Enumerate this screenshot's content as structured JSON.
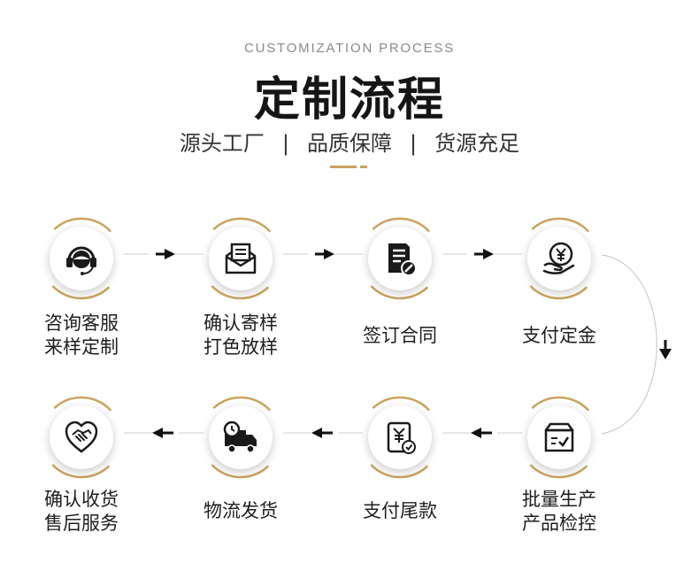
{
  "header": {
    "en_title": "CUSTOMIZATION PROCESS",
    "cn_title": "定制流程",
    "subtitle_items": [
      "源头工厂",
      "品质保障",
      "货源充足"
    ],
    "subtitle_separator": "|"
  },
  "colors": {
    "gold": "#c9a35f",
    "icon": "#1a1a1a",
    "arrow": "#111111"
  },
  "steps": [
    {
      "line1": "咨询客服",
      "line2": "来样定制",
      "icon": "headset-icon"
    },
    {
      "line1": "确认寄样",
      "line2": "打色放样",
      "icon": "envelope-icon"
    },
    {
      "line1": "签订合同",
      "line2": "",
      "icon": "contract-icon"
    },
    {
      "line1": "支付定金",
      "line2": "",
      "icon": "yuan-hand-icon"
    },
    {
      "line1": "批量生产",
      "line2": "产品检控",
      "icon": "box-check-icon"
    },
    {
      "line1": "支付尾款",
      "line2": "",
      "icon": "yuan-receipt-icon"
    },
    {
      "line1": "物流发货",
      "line2": "",
      "icon": "delivery-truck-icon"
    },
    {
      "line1": "确认收货",
      "line2": "售后服务",
      "icon": "heart-handshake-icon"
    }
  ]
}
